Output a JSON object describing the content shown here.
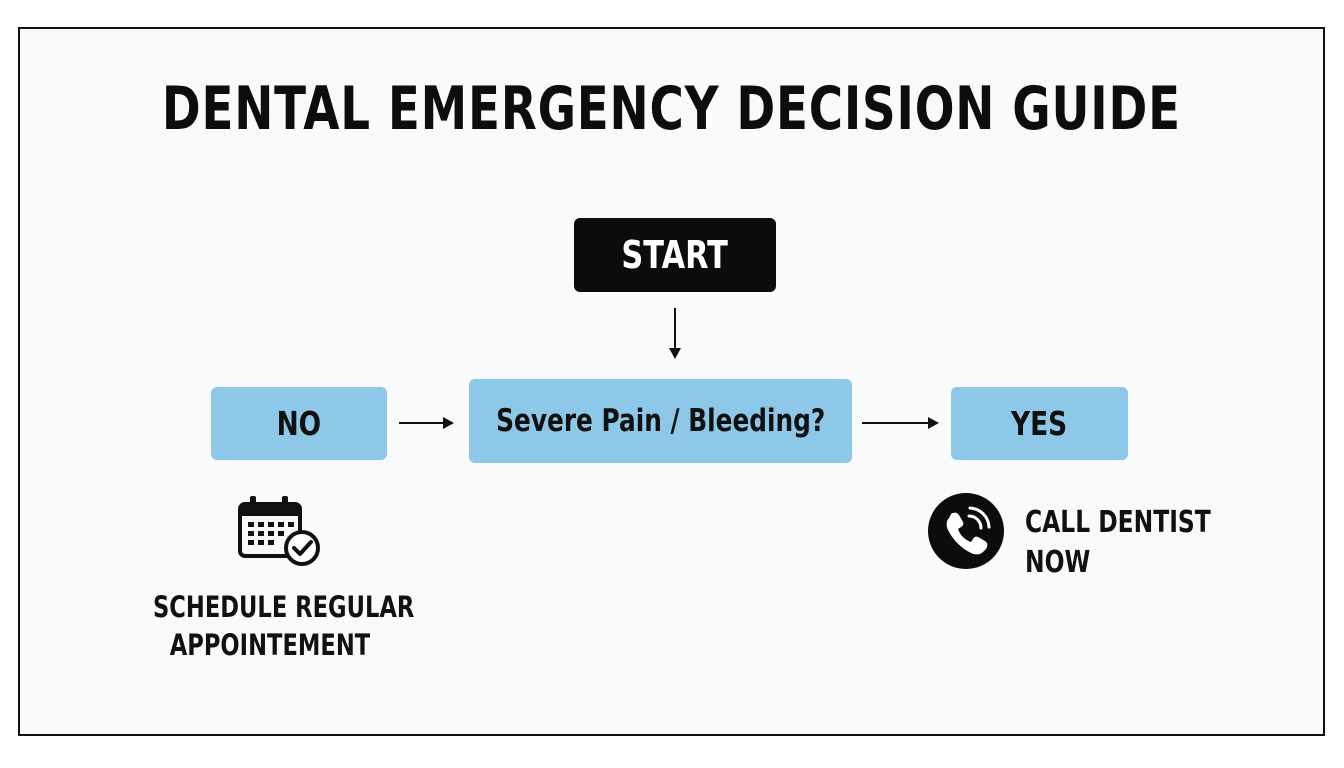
{
  "title": "DENTAL EMERGENCY DECISION GUIDE",
  "nodes": {
    "start": "START",
    "question": "Severe Pain / Bleeding?",
    "no": "NO",
    "yes": "YES"
  },
  "outcomes": {
    "no_action": {
      "line1": "SCHEDULE REGULAR",
      "line2": "APPOINTEMENT",
      "icon": "calendar-check-icon"
    },
    "yes_action": {
      "line1": "CALL DENTIST",
      "line2": "NOW",
      "icon": "phone-call-icon"
    }
  },
  "colors": {
    "start_fill": "#0c0c0c",
    "decision_fill": "#8ec8e8",
    "text": "#111111",
    "frame": "#111111"
  }
}
